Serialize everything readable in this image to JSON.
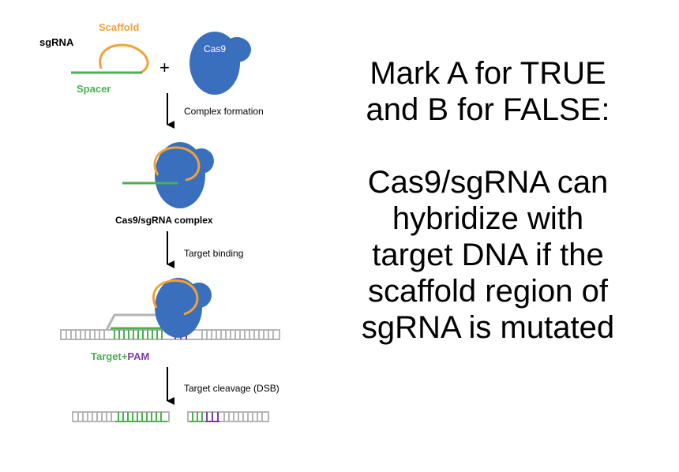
{
  "diagram": {
    "labels": {
      "sgrna": "sgRNA",
      "scaffold": "Scaffold",
      "spacer": "Spacer",
      "plus": "+",
      "cas9": "Cas9",
      "complex_formation": "Complex formation",
      "complex": "Cas9/sgRNA complex",
      "target_binding": "Target binding",
      "target": "Target",
      "target_plus": "+",
      "pam": "PAM",
      "target_cleavage": "Target cleavage (DSB)"
    },
    "colors": {
      "cas9": "#3a6fbd",
      "scaffold": "#f0a238",
      "spacer": "#4caf50",
      "pam": "#7b3fa0",
      "dna": "#b5b5b5"
    }
  },
  "question": {
    "line1": "Mark A for TRUE",
    "line2": "and B for FALSE:",
    "line3": "Cas9/sgRNA can",
    "line4": "hybridize with",
    "line5": "target DNA if the",
    "line6": "scaffold region of",
    "line7": "sgRNA is mutated"
  }
}
